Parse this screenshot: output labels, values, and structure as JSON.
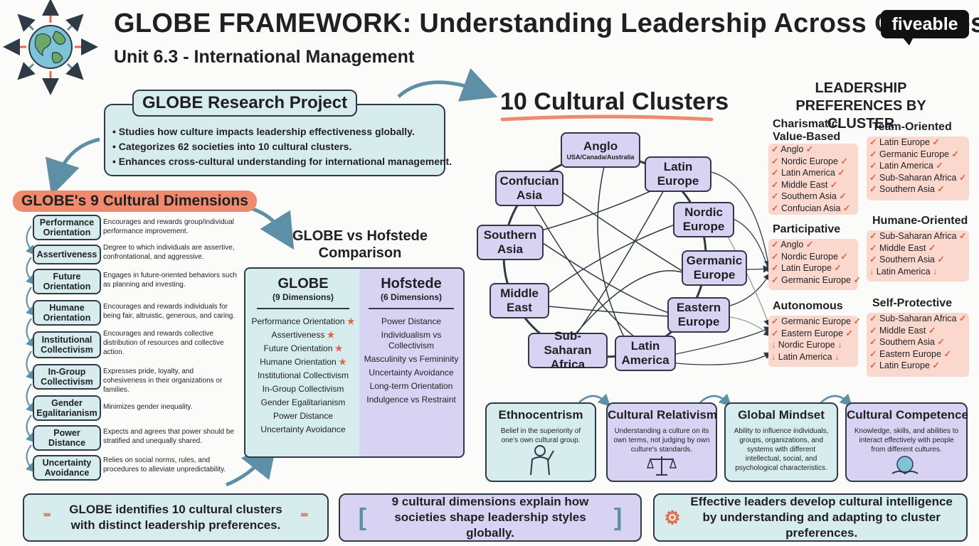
{
  "header": {
    "title": "GLOBE FRAMEWORK: Understanding Leadership Across Cultures",
    "subtitle": "Unit 6.3 - International Management",
    "logo": "fiveable",
    "globe_icon": "globe-icon"
  },
  "research_project": {
    "title": "GLOBE Research Project",
    "bullets": [
      "• Studies how culture impacts leadership effectiveness globally.",
      "• Categorizes 62 societies into 10 cultural clusters.",
      "• Enhances cross-cultural understanding for international management."
    ]
  },
  "dimensions": {
    "title": "GLOBE's 9 Cultural Dimensions",
    "items": [
      {
        "name": "Performance Orientation",
        "desc": "Encourages and rewards group/individual performance improvement."
      },
      {
        "name": "Assertiveness",
        "desc": "Degree to which individuals are assertive, confrontational, and aggressive."
      },
      {
        "name": "Future Orientation",
        "desc": "Engages in future-oriented behaviors such as planning and investing."
      },
      {
        "name": "Humane Orientation",
        "desc": "Encourages and rewards individuals for being fair, altruistic, generous, and caring."
      },
      {
        "name": "Institutional Collectivism",
        "desc": "Encourages and rewards collective distribution of resources and collective action."
      },
      {
        "name": "In-Group Collectivism",
        "desc": "Expresses pride, loyalty, and cohesiveness in their organizations or families."
      },
      {
        "name": "Gender Egalitarianism",
        "desc": "Minimizes gender inequality."
      },
      {
        "name": "Power Distance",
        "desc": "Expects and agrees that power should be stratified and unequally shared."
      },
      {
        "name": "Uncertainty Avoidance",
        "desc": "Relies on social norms, rules, and procedures to alleviate unpredictability."
      }
    ]
  },
  "comparison": {
    "title": "GLOBE vs Hofstede Comparison",
    "globe": {
      "head": "GLOBE",
      "sub": "(9 Dimensions)",
      "items": [
        "Performance Orientation ★",
        "Assertiveness ★",
        "Future Orientation ★",
        "Humane Orientation ★",
        "Institutional Collectivism",
        "In-Group Collectivism",
        "Gender Egalitarianism",
        "Power Distance",
        "Uncertainty Avoidance"
      ]
    },
    "hofstede": {
      "head": "Hofstede",
      "sub": "(6 Dimensions)",
      "items": [
        "Power Distance",
        "Individualism vs Collectivism",
        "Masculinity vs Femininity",
        "Uncertainty Avoidance",
        "Long-term Orientation",
        "Indulgence vs Restraint"
      ]
    }
  },
  "clusters": {
    "title": "10 Cultural Clusters",
    "nodes": [
      {
        "name": "Anglo",
        "sub": "USA/Canada/Australia"
      },
      {
        "name": "Latin Europe",
        "sub": ""
      },
      {
        "name": "Nordic Europe",
        "sub": ""
      },
      {
        "name": "Germanic Europe",
        "sub": ""
      },
      {
        "name": "Eastern Europe",
        "sub": ""
      },
      {
        "name": "Latin America",
        "sub": ""
      },
      {
        "name": "Sub-Saharan Africa",
        "sub": ""
      },
      {
        "name": "Middle East",
        "sub": ""
      },
      {
        "name": "Southern Asia",
        "sub": ""
      },
      {
        "name": "Confucian Asia",
        "sub": ""
      }
    ]
  },
  "preferences": {
    "title": "LEADERSHIP PREFERENCES BY CLUSTER",
    "groups": [
      {
        "head": "Charismatic/ Value-Based",
        "items": [
          "✓ Anglo ✓",
          "✓ Nordic Europe ✓",
          "✓ Latin America ✓",
          "✓ Middle East ✓",
          "✓ Southern Asia ✓",
          "✓ Confucian Asia ✓"
        ]
      },
      {
        "head": "Team-Oriented",
        "items": [
          "✓ Latin Europe ✓",
          "✓ Germanic Europe ✓",
          "✓ Latin America ✓",
          "✓ Sub-Saharan Africa ✓",
          "✓ Southern Asia ✓"
        ]
      },
      {
        "head": "Participative",
        "items": [
          "✓ Anglo ✓",
          "✓ Nordic Europe ✓",
          "✓ Latin Europe ✓",
          "✓ Germanic Europe ✓"
        ]
      },
      {
        "head": "Humane-Oriented",
        "items": [
          "✓ Sub-Saharan Africa ✓",
          "✓ Middle East ✓",
          "✓ Southern Asia ✓",
          "↓ Latin America ↓"
        ]
      },
      {
        "head": "Autonomous",
        "items": [
          "✓ Germanic Europe ✓",
          "✓ Eastern Europe ✓",
          "↓ Nordic Europe ↓",
          "↓ Latin America ↓"
        ]
      },
      {
        "head": "Self-Protective",
        "items": [
          "✓ Sub-Saharan Africa ✓",
          "✓ Middle East ✓",
          "✓ Southern Asia ✓",
          "✓ Eastern Europe ✓",
          "✓ Latin Europe ✓"
        ]
      }
    ]
  },
  "concepts": [
    {
      "title": "Ethnocentrism",
      "desc": "Belief in the superiority of one's own cultural group.",
      "icon": "person-icon",
      "color": "#d7ecec"
    },
    {
      "title": "Cultural Relativism",
      "desc": "Understanding a culture on its own terms, not judging by own culture's standards.",
      "icon": "scales-icon",
      "color": "#d8d3f2"
    },
    {
      "title": "Global Mindset",
      "desc": "Ability to influence individuals, groups, organizations, and systems with different intellectual, social, and psychological characteristics.",
      "icon": "",
      "color": "#d7ecec"
    },
    {
      "title": "Cultural Competence",
      "desc": "Knowledge, skills, and abilities to interact effectively with people from different cultures.",
      "icon": "handshake-globe-icon",
      "color": "#d8d3f2"
    }
  ],
  "takeaways": [
    {
      "text": "GLOBE identifies 10 cultural clusters with distinct leadership preferences.",
      "color": "#d7ecec"
    },
    {
      "text": "9 cultural dimensions explain how societies shape leadership styles globally.",
      "color": "#d8d3f2"
    },
    {
      "text": "Effective leaders develop cultural intelligence by understanding and adapting to cluster preferences.",
      "color": "#d7ecec"
    }
  ],
  "colors": {
    "teal": "#d7ecec",
    "lavender": "#d8d3f2",
    "salmon": "#f08a6c",
    "pink": "#fbd8cd",
    "arrow": "#5d8fa6",
    "check": "#e06448"
  }
}
